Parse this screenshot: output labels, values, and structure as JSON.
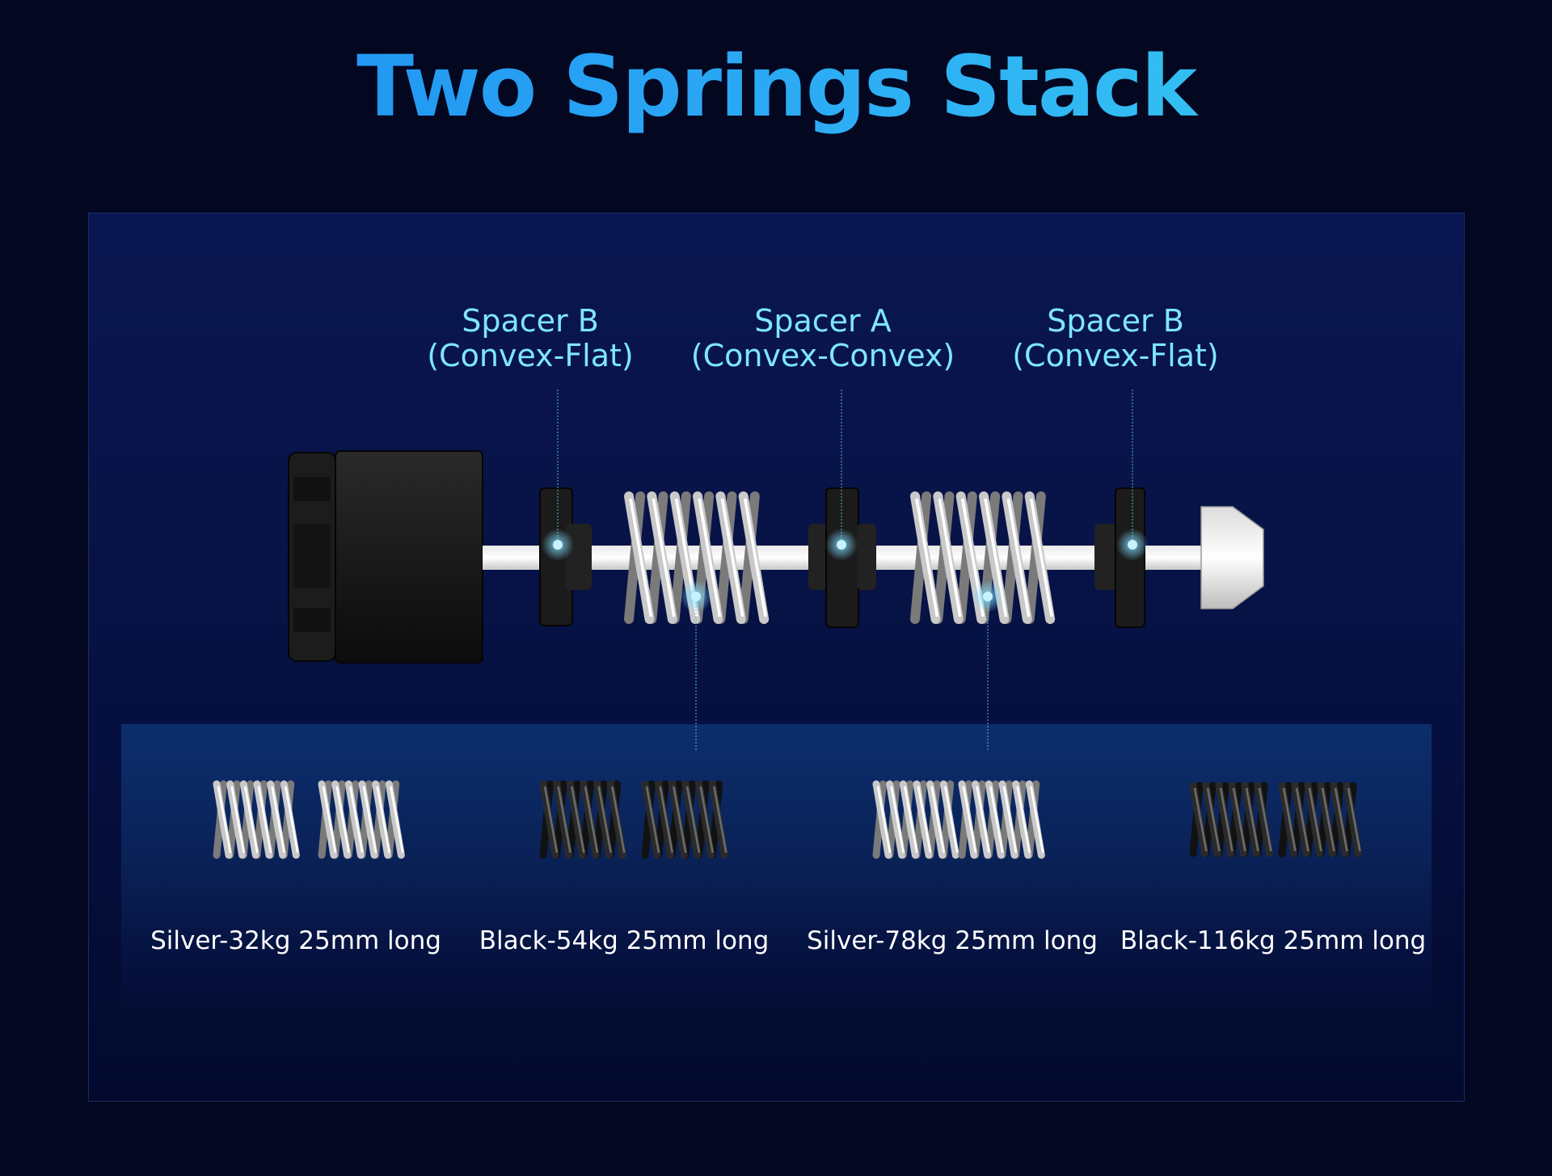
{
  "title": "Two Springs Stack",
  "callouts": [
    {
      "line1": "Spacer B",
      "line2": "(Convex-Flat)"
    },
    {
      "line1": "Spacer A",
      "line2": "(Convex-Convex)"
    },
    {
      "line1": "Spacer B",
      "line2": "(Convex-Flat)"
    }
  ],
  "springs": [
    {
      "label": "Silver-32kg 25mm long",
      "color": "silver"
    },
    {
      "label": "Black-54kg 25mm long",
      "color": "black"
    },
    {
      "label": "Silver-78kg 25mm long",
      "color": "silver"
    },
    {
      "label": "Black-116kg 25mm long",
      "color": "black"
    }
  ],
  "colors": {
    "title_gradient_start": "#1a8af0",
    "title_gradient_end": "#39d0f2",
    "callout_text": "#7ee6ff",
    "marker_dot": "#6fd3ff",
    "background": "#030720"
  }
}
